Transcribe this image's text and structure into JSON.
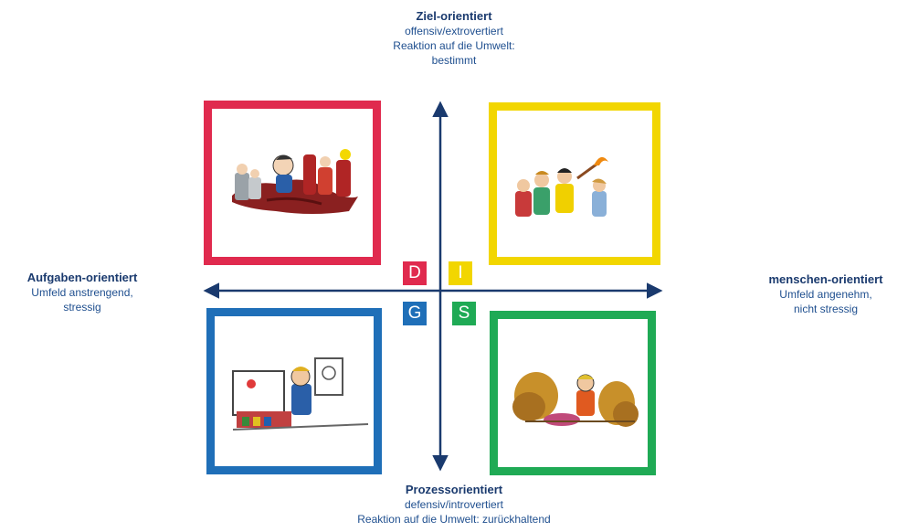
{
  "top_axis": {
    "title": "Ziel-orientiert",
    "line1": "offensiv/extrovertiert",
    "line2": "Reaktion auf die Umwelt:",
    "line3": "bestimmt"
  },
  "bottom_axis": {
    "title": "Prozessorientiert",
    "line1": "defensiv/introvertiert",
    "line2": "Reaktion auf die Umwelt: zurückhaltend"
  },
  "left_axis": {
    "title": "Aufgaben-orientiert",
    "line1": "Umfeld anstrengend,",
    "line2": "stressig"
  },
  "right_axis": {
    "title": "menschen-orientiert",
    "line1": "Umfeld angenehm,",
    "line2": "nicht stressig"
  },
  "quadrants": [
    {
      "letter": "D",
      "color": "#e02a4e",
      "illustration": "dominant-person-illustration"
    },
    {
      "letter": "I",
      "color": "#f2d600",
      "illustration": "group-with-torch-illustration"
    },
    {
      "letter": "G",
      "color": "#1f6fb8",
      "illustration": "desk-worker-illustration"
    },
    {
      "letter": "S",
      "color": "#1faa55",
      "illustration": "person-among-bushes-illustration"
    }
  ],
  "colors": {
    "axis": "#1a3a6e"
  }
}
